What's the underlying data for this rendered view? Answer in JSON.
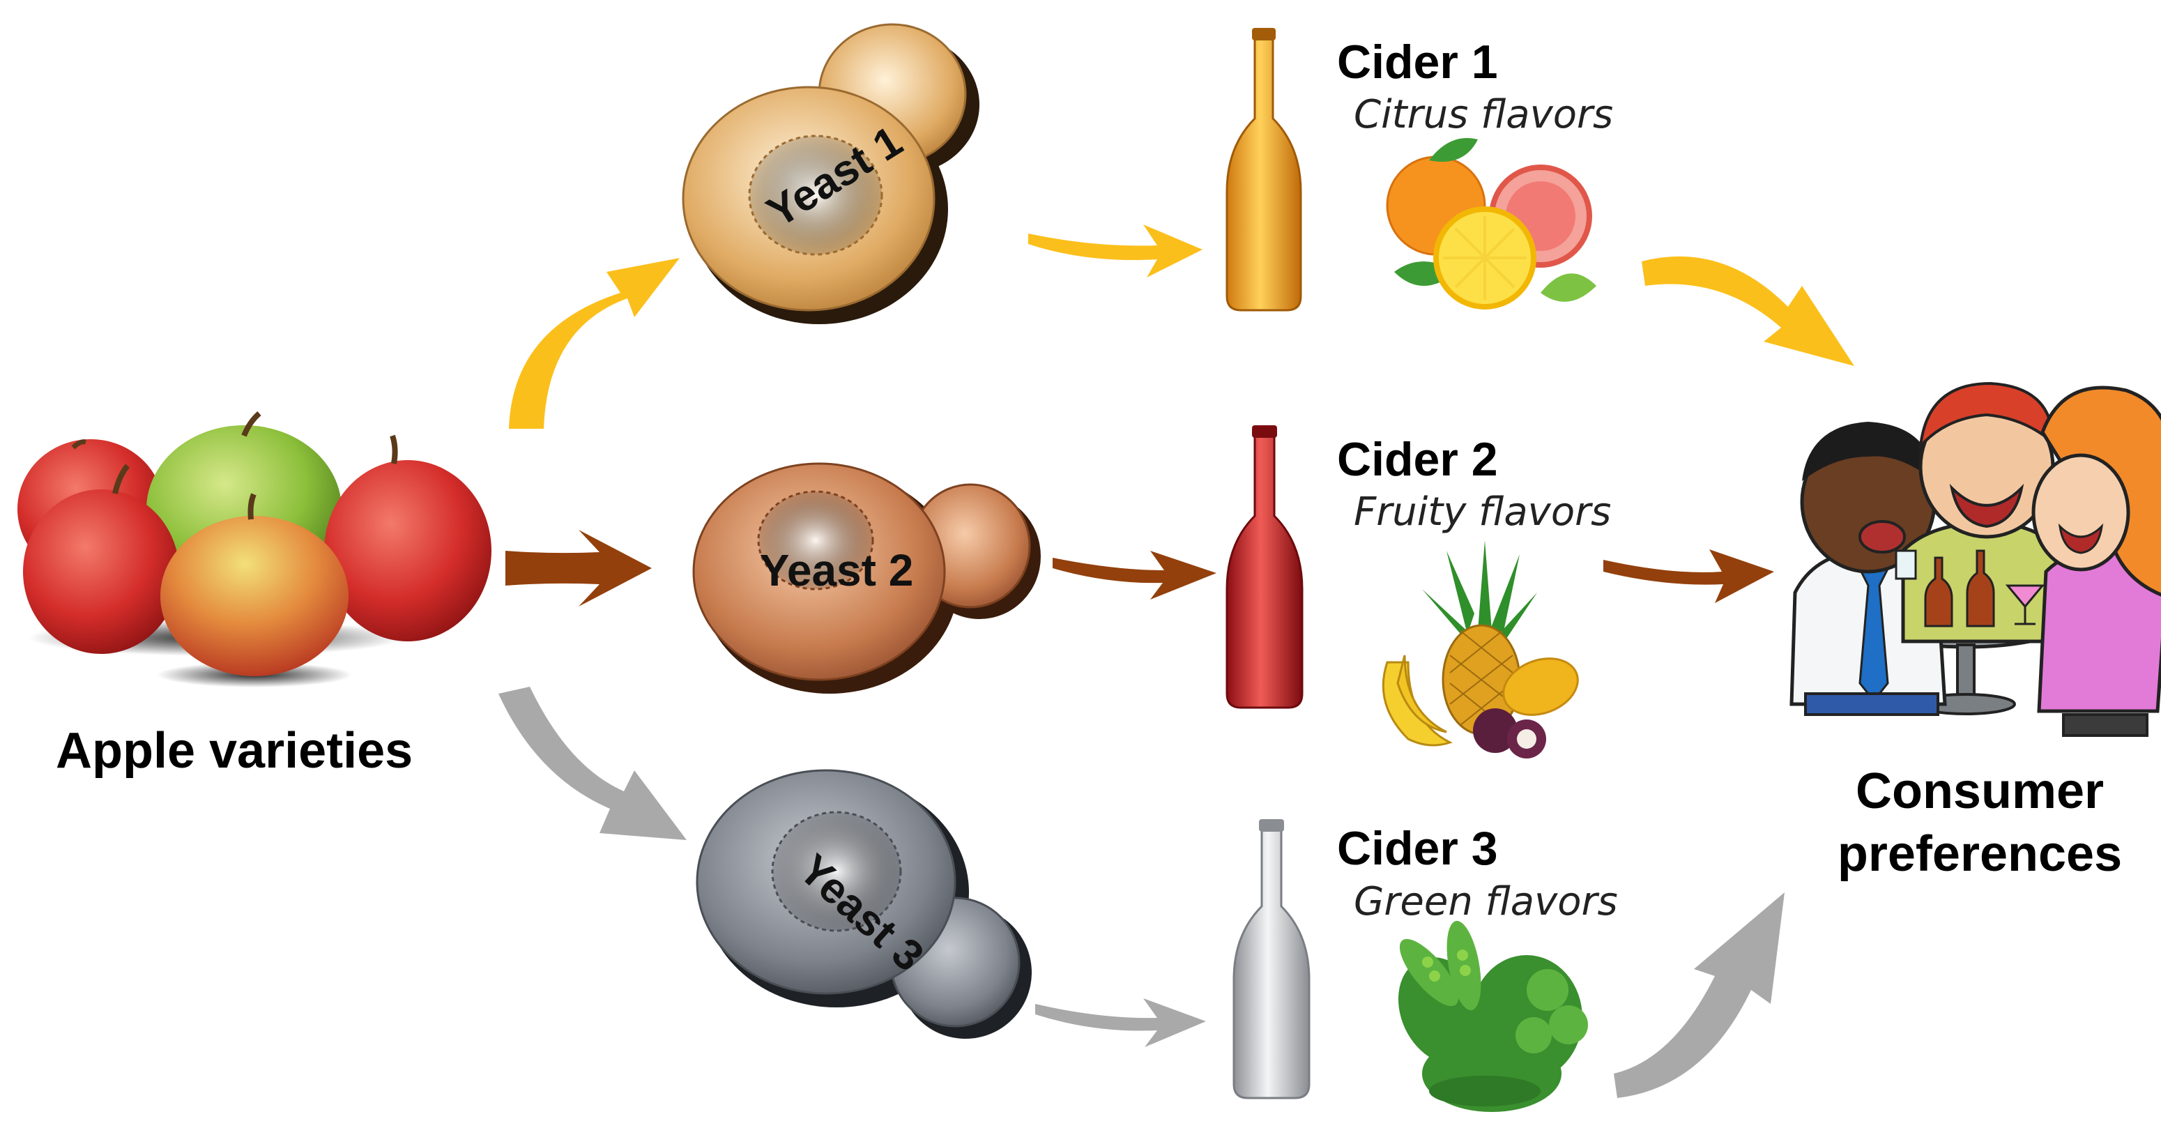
{
  "source": {
    "label": "Apple varieties",
    "icon": "apples-icon"
  },
  "yeasts": [
    {
      "label": "Yeast 1",
      "color": "#d9a45a",
      "arrow_color": "#fbbf1b"
    },
    {
      "label": "Yeast 2",
      "color": "#c37a4e",
      "arrow_color": "#93400c"
    },
    {
      "label": "Yeast 3",
      "color": "#7b7f86",
      "arrow_color": "#a9a9a9"
    }
  ],
  "ciders": [
    {
      "title": "Cider 1",
      "flavor": "Citrus flavors",
      "bottle_color": "#f2a52a",
      "icon": "citrus-fruits-icon"
    },
    {
      "title": "Cider 2",
      "flavor": "Fruity flavors",
      "bottle_color": "#c8262a",
      "icon": "tropical-fruits-icon"
    },
    {
      "title": "Cider 3",
      "flavor": "Green flavors",
      "bottle_color": "#c9cbce",
      "icon": "green-vegetables-icon"
    }
  ],
  "target": {
    "label": "Consumer preferences",
    "icon": "consumers-drinking-icon"
  }
}
